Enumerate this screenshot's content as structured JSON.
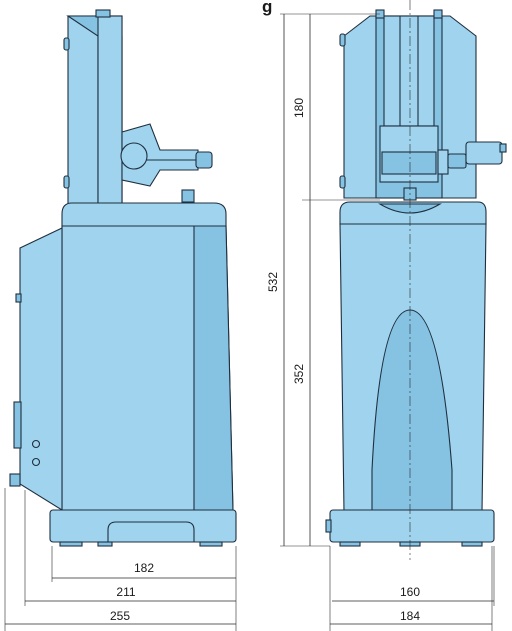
{
  "title_fragment": "g",
  "dimensions": {
    "side_base_width": "182",
    "side_mid_width": "211",
    "side_total_width": "255",
    "front_base_width": "160",
    "front_total_width": "184",
    "total_height": "532",
    "upper_height": "180",
    "lower_height": "352"
  },
  "colors": {
    "body": "#9fd3ee",
    "shade": "#86c3e3",
    "outline": "#1f2f3f"
  }
}
